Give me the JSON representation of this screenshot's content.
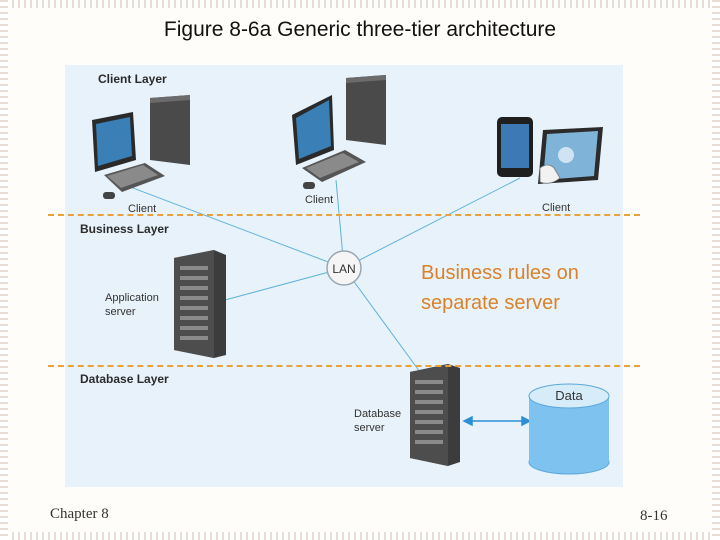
{
  "slide": {
    "title": "Figure 8-6a Generic three-tier architecture",
    "footer_left": "Chapter 8",
    "footer_right": "8-16"
  },
  "diagram": {
    "layers": {
      "client": "Client Layer",
      "business": "Business Layer",
      "database": "Database Layer"
    },
    "client_labels": [
      "Client",
      "Client",
      "Client"
    ],
    "hub_label": "LAN",
    "app_server_label": "Application server",
    "db_server_label": "Database server",
    "data_label": "Data",
    "callout": "Business rules on separate server"
  },
  "colors": {
    "divider": "#e8a23b",
    "callout_text": "#d9822b",
    "diagram_bg": "#e8f2fa",
    "connection": "#5fb2d8",
    "data_cylinder": "#7ec3ef"
  }
}
